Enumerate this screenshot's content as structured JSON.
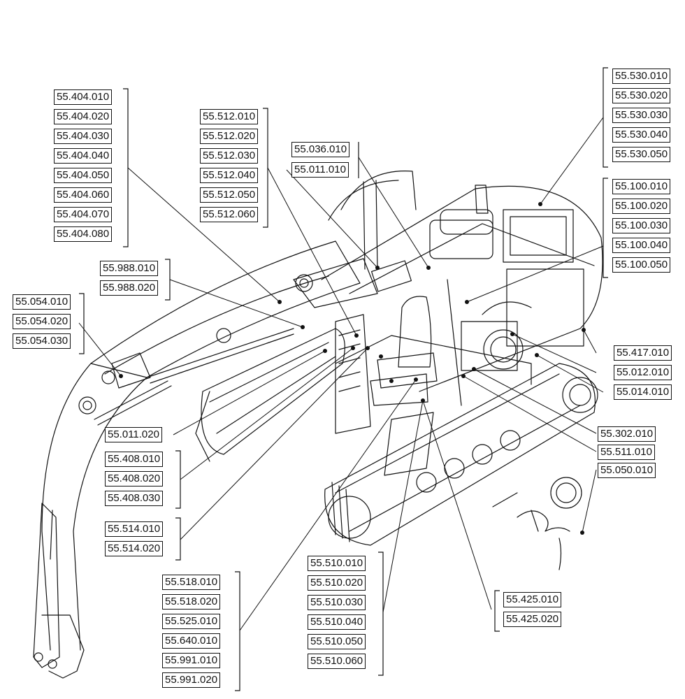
{
  "groups": [
    {
      "id": "g404",
      "codes": [
        "55.404.010",
        "55.404.020",
        "55.404.030",
        "55.404.040",
        "55.404.050",
        "55.404.060",
        "55.404.070",
        "55.404.080"
      ]
    },
    {
      "id": "g512",
      "codes": [
        "55.512.010",
        "55.512.020",
        "55.512.030",
        "55.512.040",
        "55.512.050",
        "55.512.060"
      ]
    },
    {
      "id": "g036",
      "codes": [
        "55.036.010",
        "55.011.010"
      ]
    },
    {
      "id": "g530",
      "codes": [
        "55.530.010",
        "55.530.020",
        "55.530.030",
        "55.530.040",
        "55.530.050"
      ]
    },
    {
      "id": "g100",
      "codes": [
        "55.100.010",
        "55.100.020",
        "55.100.030",
        "55.100.040",
        "55.100.050"
      ]
    },
    {
      "id": "g988",
      "codes": [
        "55.988.010",
        "55.988.020"
      ]
    },
    {
      "id": "g054",
      "codes": [
        "55.054.010",
        "55.054.020",
        "55.054.030"
      ]
    },
    {
      "id": "g417",
      "codes": [
        "55.417.010"
      ]
    },
    {
      "id": "g012",
      "codes": [
        "55.012.010"
      ]
    },
    {
      "id": "g014",
      "codes": [
        "55.014.010"
      ]
    },
    {
      "id": "g302",
      "codes": [
        "55.302.010"
      ]
    },
    {
      "id": "g511",
      "codes": [
        "55.511.010"
      ]
    },
    {
      "id": "g050",
      "codes": [
        "55.050.010"
      ]
    },
    {
      "id": "g011b",
      "codes": [
        "55.011.020"
      ]
    },
    {
      "id": "g408",
      "codes": [
        "55.408.010",
        "55.408.020",
        "55.408.030"
      ]
    },
    {
      "id": "g514",
      "codes": [
        "55.514.010",
        "55.514.020"
      ]
    },
    {
      "id": "g518",
      "codes": [
        "55.518.010",
        "55.518.020",
        "55.525.010",
        "55.640.010",
        "55.991.010",
        "55.991.020"
      ]
    },
    {
      "id": "g510",
      "codes": [
        "55.510.010",
        "55.510.020",
        "55.510.030",
        "55.510.040",
        "55.510.050",
        "55.510.060"
      ]
    },
    {
      "id": "g425",
      "codes": [
        "55.425.010",
        "55.425.020"
      ]
    }
  ]
}
